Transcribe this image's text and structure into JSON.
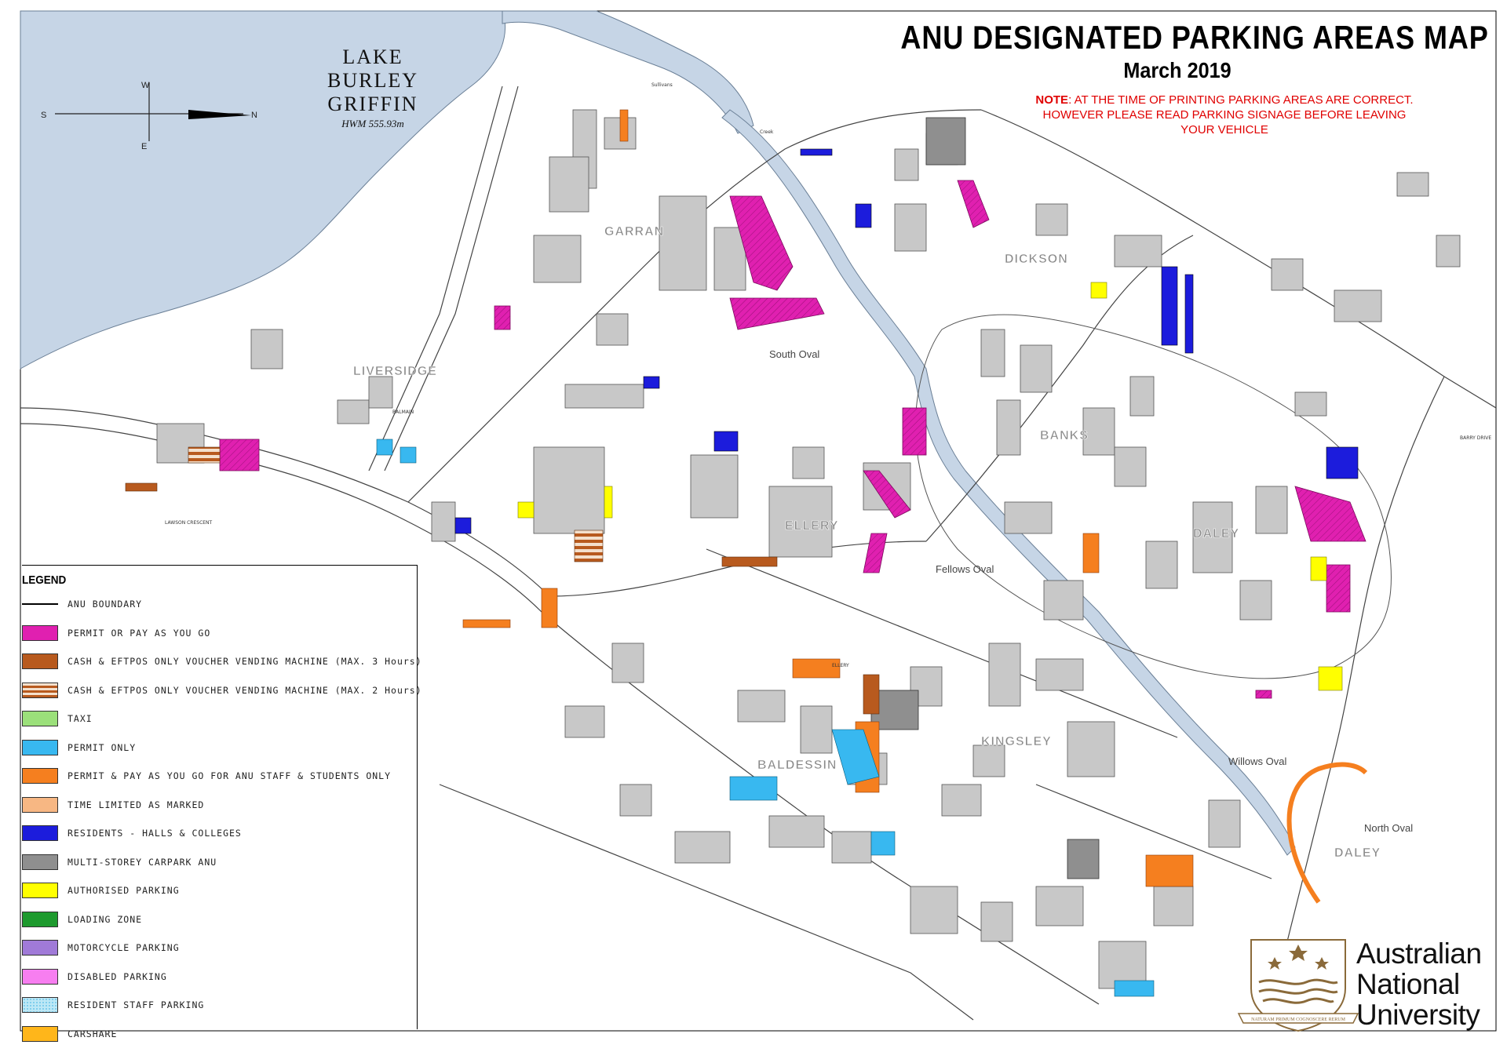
{
  "title": "ANU DESIGNATED PARKING AREAS MAP",
  "subtitle": "March 2019",
  "note": {
    "prefix": "NOTE",
    "line1": ": AT THE TIME OF PRINTING PARKING AREAS ARE CORRECT.",
    "line2": "HOWEVER PLEASE READ PARKING SIGNAGE BEFORE LEAVING",
    "line3": "YOUR VEHICLE"
  },
  "lake": {
    "name_line1": "LAKE",
    "name_line2": "BURLEY",
    "name_line3": "GRIFFIN",
    "hwm": "HWM 555.93m"
  },
  "compass": {
    "w": "W",
    "e": "E",
    "s": "S",
    "n": "N"
  },
  "areas": {
    "garran": "GARRAN",
    "dickson": "DICKSON",
    "liversidge": "LIVERSIDGE",
    "banks": "BANKS",
    "ellery": "ELLERY",
    "daley": "DALEY",
    "kingsley": "KINGSLEY",
    "baldessin": "BALDESSIN",
    "daley2": "DALEY"
  },
  "ovals": {
    "south": "South Oval",
    "fellows": "Fellows Oval",
    "willows": "Willows Oval",
    "north": "North Oval"
  },
  "streets": {
    "sullivans": "Sullivans",
    "creek": "Creek",
    "lawson": "LAWSON CRESCENT",
    "balmain": "BALMAIN",
    "barry": "BARRY DRIVE",
    "ellery_cres": "ELLERY"
  },
  "legend": {
    "title": "LEGEND",
    "items": [
      {
        "label": "ANU BOUNDARY",
        "kind": "line",
        "color": "#000000"
      },
      {
        "label": "PERMIT OR PAY AS YOU GO",
        "kind": "fill",
        "color": "#e020b0"
      },
      {
        "label": "CASH & EFTPOS ONLY VOUCHER VENDING MACHINE (MAX. 3 Hours)",
        "kind": "fill",
        "color": "#b85a1e"
      },
      {
        "label": "CASH & EFTPOS ONLY VOUCHER VENDING MACHINE (MAX. 2 Hours)",
        "kind": "stripe",
        "color": "#b85a1e"
      },
      {
        "label": "TAXI",
        "kind": "fill",
        "color": "#9be07a"
      },
      {
        "label": "PERMIT ONLY",
        "kind": "fill",
        "color": "#38b8f0"
      },
      {
        "label": "PERMIT & PAY AS YOU GO FOR ANU STAFF & STUDENTS ONLY",
        "kind": "fill",
        "color": "#f57f1f"
      },
      {
        "label": "TIME LIMITED AS MARKED",
        "kind": "fill",
        "color": "#f7b783"
      },
      {
        "label": "RESIDENTS - HALLS & COLLEGES",
        "kind": "fill",
        "color": "#1c1cdc"
      },
      {
        "label": "MULTI-STOREY CARPARK ANU",
        "kind": "fill",
        "color": "#8f8f8f"
      },
      {
        "label": "AUTHORISED PARKING",
        "kind": "fill",
        "color": "#ffff00"
      },
      {
        "label": "LOADING ZONE",
        "kind": "fill",
        "color": "#1e9a2e"
      },
      {
        "label": "MOTORCYCLE PARKING",
        "kind": "fill",
        "color": "#a07ad8"
      },
      {
        "label": "DISABLED PARKING",
        "kind": "fill",
        "color": "#f77ef0"
      },
      {
        "label": "RESIDENT STAFF PARKING",
        "kind": "dots",
        "color": "#bde8f6"
      },
      {
        "label": "CARSHARE",
        "kind": "fill",
        "color": "#ffb61a"
      }
    ]
  },
  "logo": {
    "line1": "Australian",
    "line2": "National",
    "line3": "University",
    "motto": "NATURAM PRIMUM COGNOSCERE RERUM"
  },
  "colors": {
    "lake": "#c6d5e6",
    "creek": "#c6d5e6",
    "building": "#c8c8c8",
    "permit_pay": "#e020b0",
    "voucher": "#b85a1e",
    "permit_only": "#38b8f0",
    "staff_students": "#f57f1f",
    "residents": "#1c1cdc",
    "multistorey": "#8f8f8f",
    "authorised": "#ffff00",
    "note": "#e00000"
  }
}
